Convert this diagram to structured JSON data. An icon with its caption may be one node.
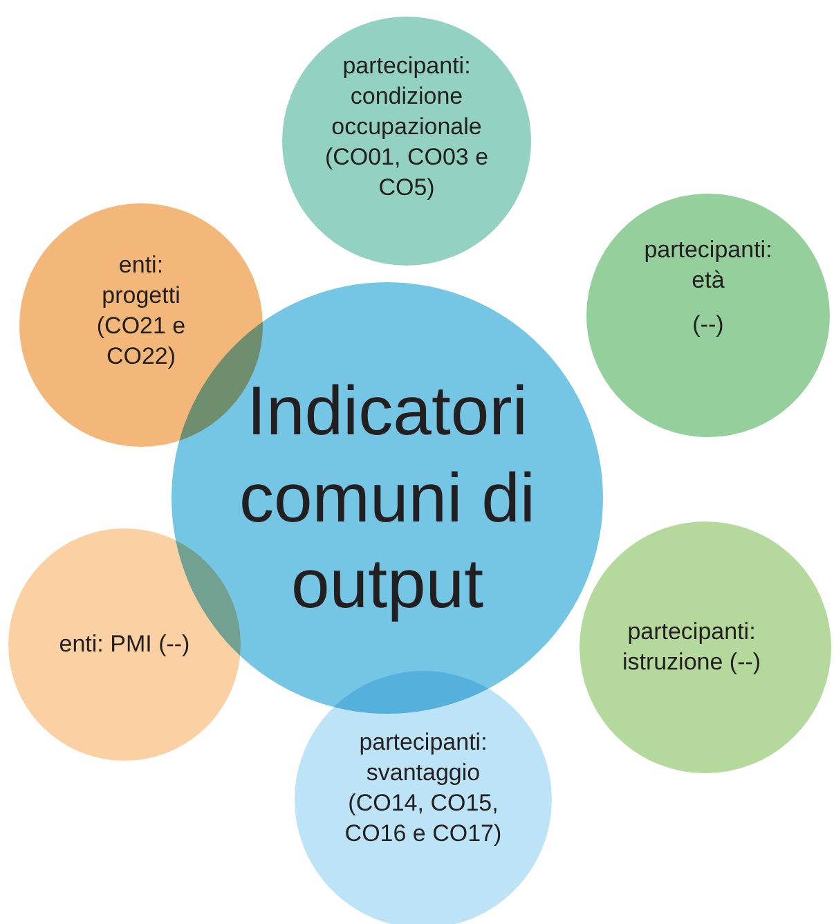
{
  "diagram": {
    "nodes": [
      {
        "text": [
          "Indicatori comuni di output"
        ]
      },
      {
        "text": [
          "partecipanti: condizione occupazionale (CO01, CO03 e CO5)"
        ]
      },
      {
        "text": [
          "partecipanti: età",
          "(--)"
        ]
      },
      {
        "text": [
          "partecipanti: istruzione (--)"
        ]
      },
      {
        "text": [
          "partecipanti: svantaggio (CO14, CO15, CO16 e CO17)"
        ]
      },
      {
        "text": [
          "enti: PMI (--)"
        ]
      },
      {
        "text": [
          "enti: progetti (CO21 e CO22)"
        ]
      }
    ]
  }
}
